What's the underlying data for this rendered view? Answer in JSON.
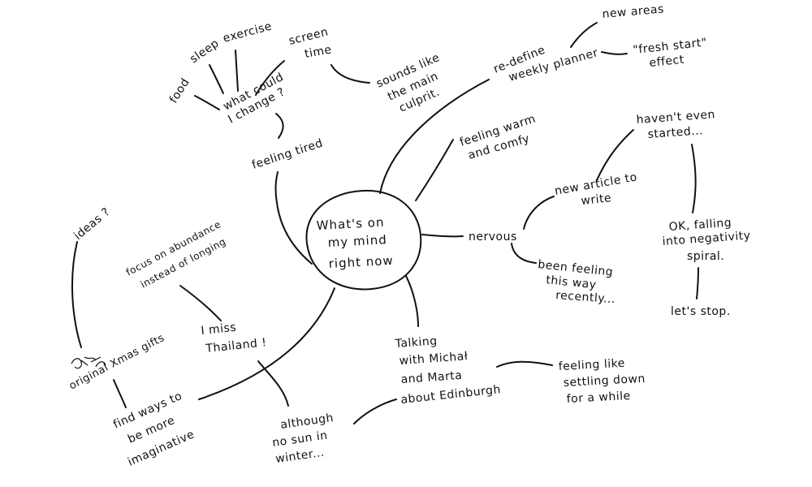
{
  "center": {
    "line1": "What's on",
    "line2": "my mind",
    "line3": "right now"
  },
  "nodes": {
    "feeling_tired": "feeling tired",
    "what_could_change": [
      "what could",
      "I change ?"
    ],
    "food": "food",
    "sleep": "sleep",
    "exercise": "exercise",
    "screen_time": [
      "screen",
      "time"
    ],
    "sounds_like": [
      "sounds like",
      "the main",
      "culprit."
    ],
    "redefine": [
      "re-define",
      "weekly planner"
    ],
    "new_areas": "new areas",
    "fresh_start": [
      "\"fresh start\"",
      "effect"
    ],
    "feeling_warm": [
      "feeling warm",
      "and comfy"
    ],
    "nervous": "nervous",
    "new_article": [
      "new article to",
      "write"
    ],
    "havent_started": [
      "haven't even",
      "started..."
    ],
    "negativity": [
      "OK, falling",
      "into negativity",
      "spiral."
    ],
    "lets_stop": "let's stop.",
    "been_feeling": [
      "been feeling",
      "this way",
      "recently..."
    ],
    "talking": [
      "Talking",
      "with Michał",
      "and Marta",
      "about Edinburgh"
    ],
    "settling": [
      "feeling like",
      "settling down",
      "for a while"
    ],
    "although": [
      "although",
      "no sun in",
      "winter..."
    ],
    "miss_thailand": [
      "I miss",
      "Thailand !"
    ],
    "focus": [
      "focus on abundance",
      "instead of longing"
    ],
    "ideas": "ideas ?",
    "xmas": "original Xmas gifts",
    "imaginative": [
      "find ways to",
      "be more",
      "imaginative"
    ]
  },
  "colors": {
    "ink": "#111111",
    "paper": "#ffffff"
  }
}
